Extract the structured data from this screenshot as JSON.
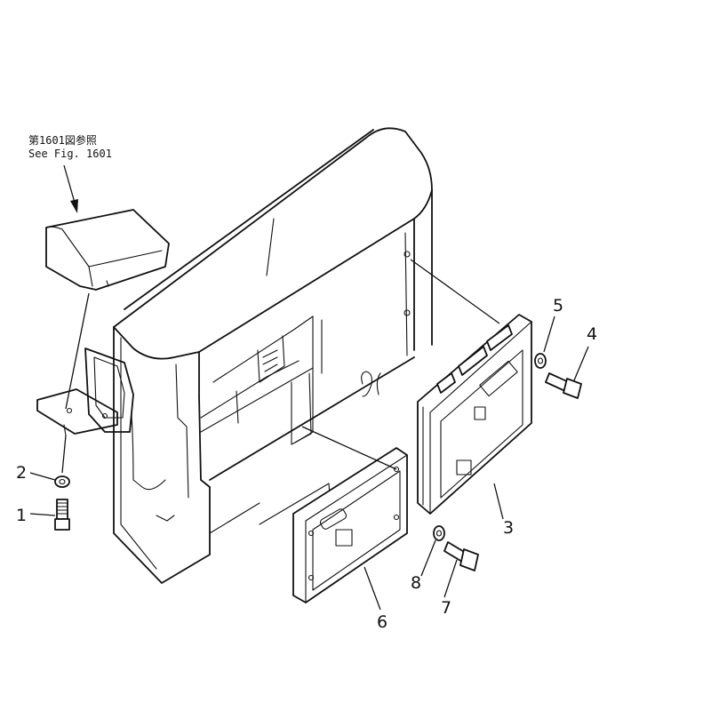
{
  "reference": {
    "line1": "第1601図参照",
    "line2": "See Fig. 1601"
  },
  "callouts": {
    "c1": "1",
    "c2": "2",
    "c3": "3",
    "c4": "4",
    "c5": "5",
    "c6": "6",
    "c7": "7",
    "c8": "8"
  }
}
